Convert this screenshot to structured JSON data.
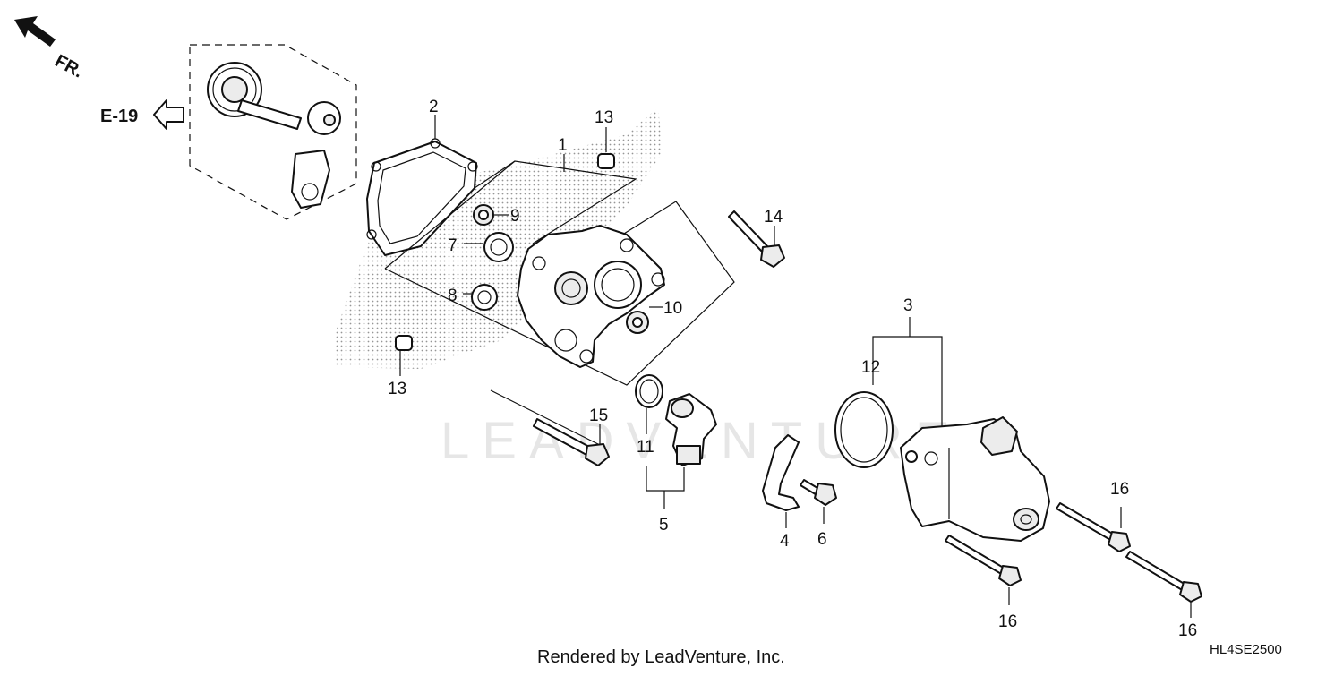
{
  "diagram": {
    "direction_label": "FR.",
    "reference_label": "E-19",
    "watermark": "LEADVENTURE",
    "credit": "Rendered by LeadVenture, Inc.",
    "diagram_code": "HL4SE2500",
    "callouts": {
      "c1": "1",
      "c2": "2",
      "c3": "3",
      "c4": "4",
      "c5": "5",
      "c6": "6",
      "c7": "7",
      "c8": "8",
      "c9": "9",
      "c10": "10",
      "c11": "11",
      "c12": "12",
      "c13_top": "13",
      "c13_bottom": "13",
      "c14": "14",
      "c15": "15",
      "c16_a": "16",
      "c16_b": "16",
      "c16_c": "16"
    }
  }
}
